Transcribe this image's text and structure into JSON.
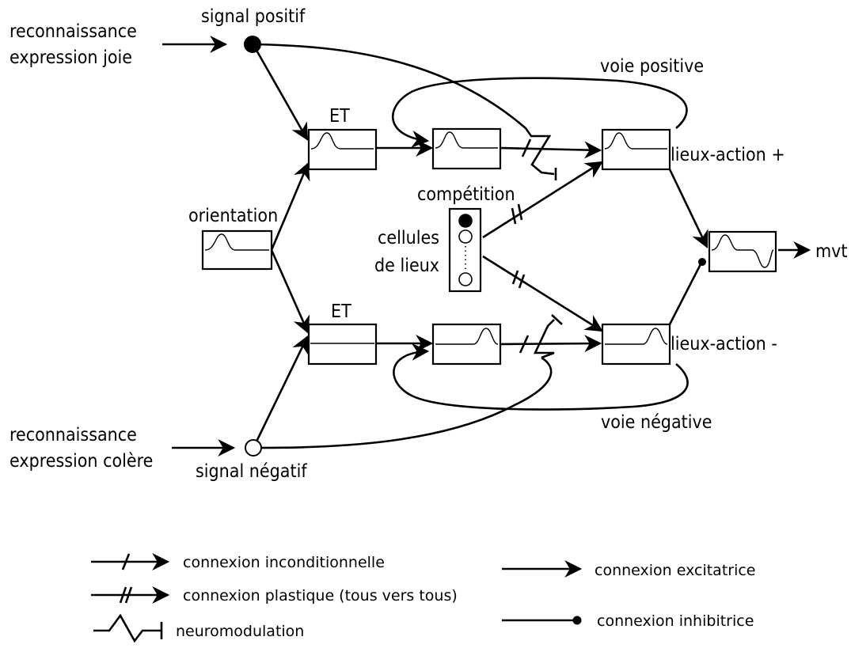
{
  "labels": {
    "input_joy": [
      "reconnaissance",
      "expression joie"
    ],
    "input_anger": [
      "reconnaissance",
      "expression colère"
    ],
    "signal_positive": "signal positif",
    "signal_negative": "signal négatif",
    "orientation": "orientation",
    "et_top": "ET",
    "et_bottom": "ET",
    "competition": "compétition",
    "place_cells": [
      "cellules",
      "de lieux"
    ],
    "path_positive": "voie positive",
    "path_negative": "voie négative",
    "place_action_pos": "lieux-action +",
    "place_action_neg": "lieux-action -",
    "output": "mvt"
  },
  "legend": {
    "unconditional": "connexion inconditionnelle",
    "plastic": "connexion plastique (tous vers tous)",
    "neuromodulation": "neuromodulation",
    "excitatory": "connexion excitatrice",
    "inhibitory": "connexion inhibitrice"
  }
}
